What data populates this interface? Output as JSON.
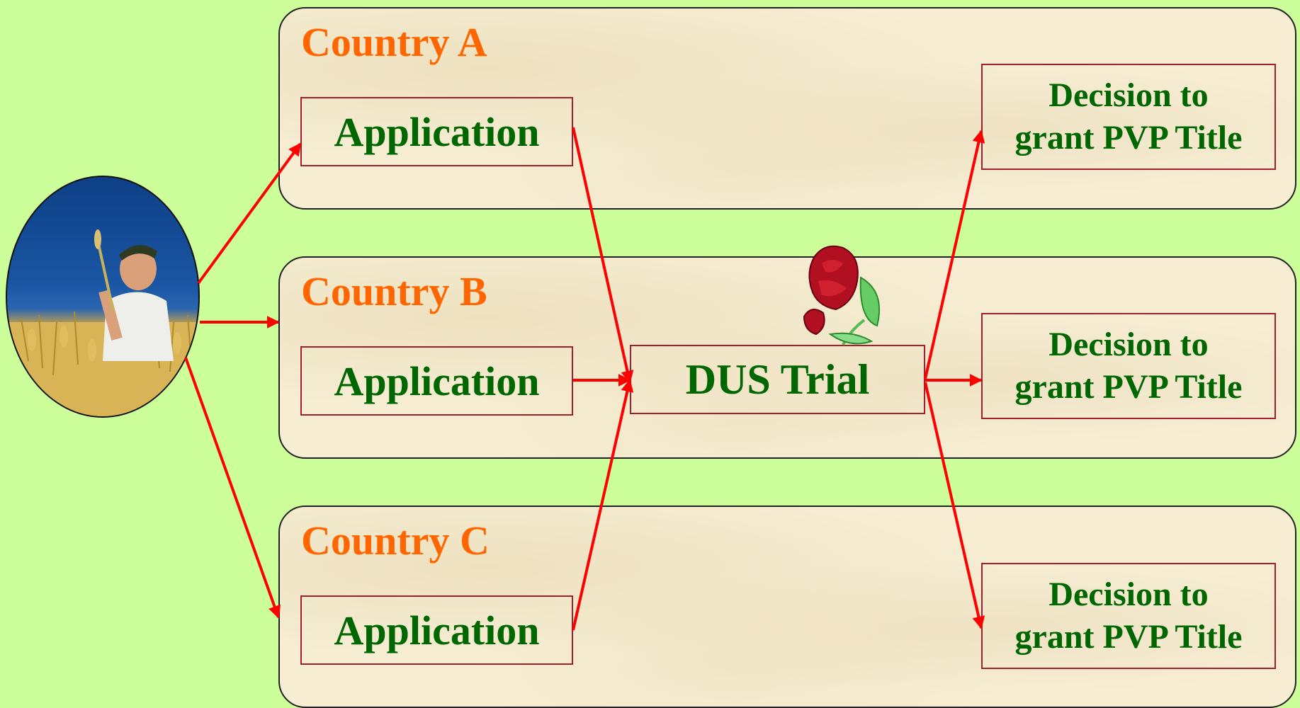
{
  "countries": [
    {
      "name": "Country A",
      "application_label": "Application",
      "decision_label": "Decision to\ngrant PVP Title"
    },
    {
      "name": "Country B",
      "application_label": "Application",
      "decision_label": "Decision to\ngrant PVP Title"
    },
    {
      "name": "Country C",
      "application_label": "Application",
      "decision_label": "Decision to\ngrant PVP Title"
    }
  ],
  "dus_trial_label": "DUS Trial",
  "icons": {
    "photo": "breeder-photo",
    "flower": "rose-icon"
  },
  "colors": {
    "background": "#ccff99",
    "panel": "#f6edd3",
    "country_title": "#ff6600",
    "box_text": "#006600",
    "box_border": "#a02030",
    "arrow": "#ff0000"
  }
}
